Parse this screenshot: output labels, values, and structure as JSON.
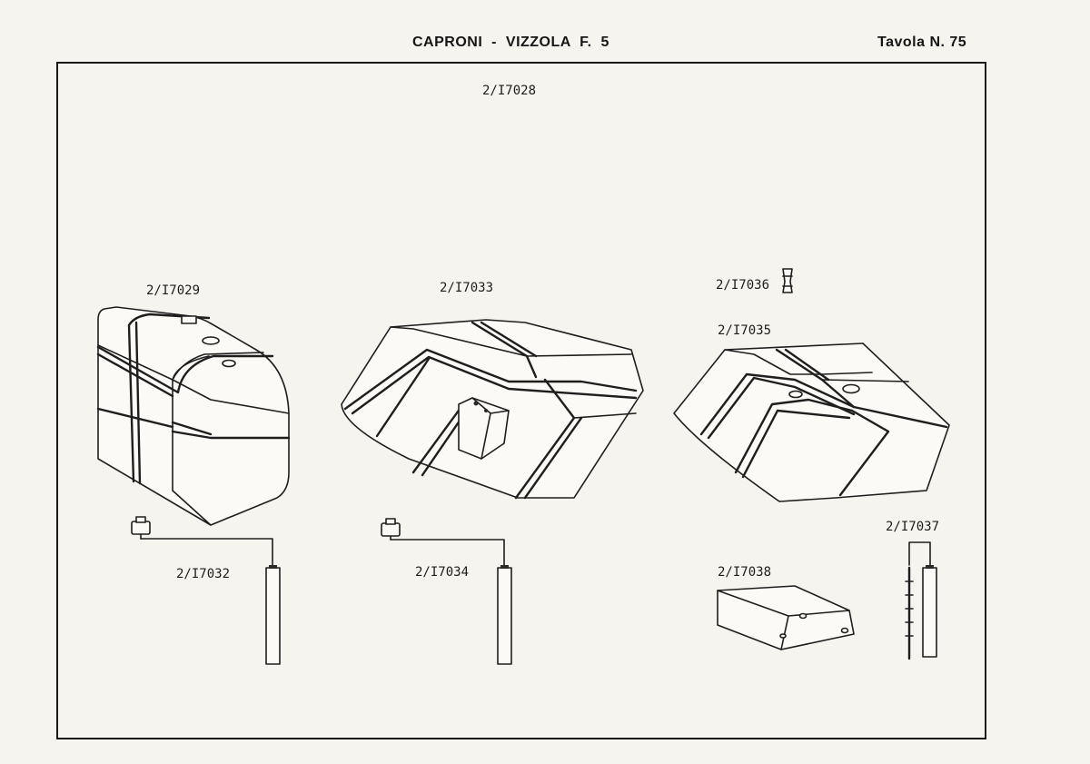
{
  "header": {
    "title": "CAPRONI  -  VIZZOLA  F.  5",
    "plate": "Tavola N. 75"
  },
  "labels": {
    "assembly": "2/I7028",
    "tank_a": "2/I7029",
    "tank_b": "2/I7033",
    "cap": "2/I7036",
    "tank_c": "2/I7035",
    "gauge_a": "2/I7032",
    "gauge_b": "2/I7034",
    "gauge_c": "2/I7037",
    "tank_d": "2/I7038"
  }
}
